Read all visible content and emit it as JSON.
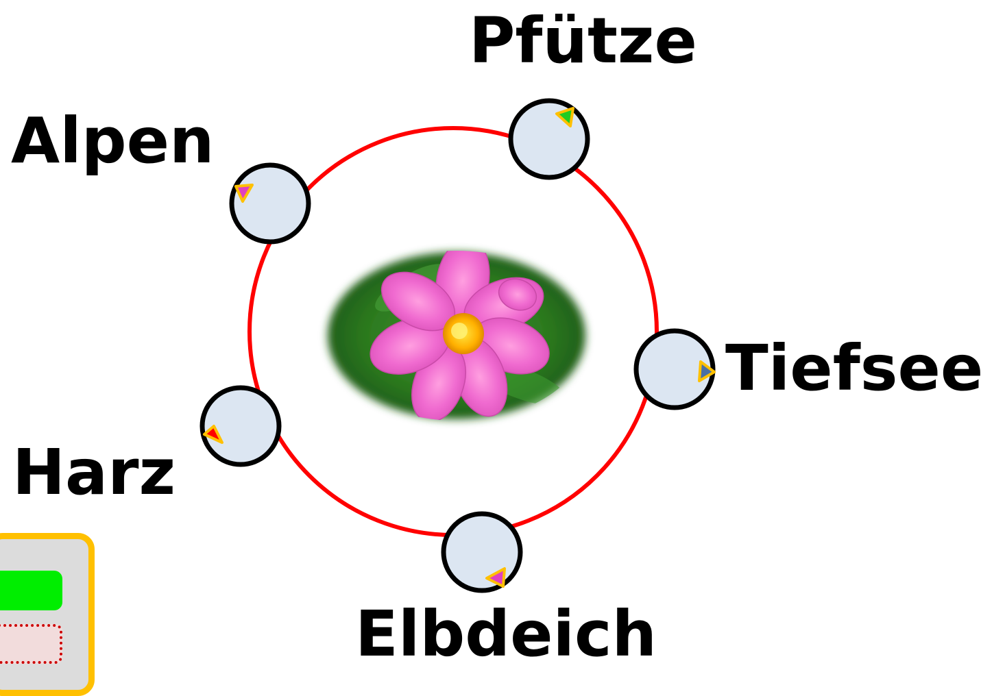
{
  "center_image": {
    "icon": "pink-flower-photo"
  },
  "orbit": {
    "color": "#ff0000"
  },
  "nodes": [
    {
      "id": "pfuetze",
      "label": "Pfütze",
      "marker_color": "#22cc22"
    },
    {
      "id": "alpen",
      "label": "Alpen",
      "marker_color": "#e040c0"
    },
    {
      "id": "tiefsee",
      "label": "Tiefsee",
      "marker_color": "#4a6fa5"
    },
    {
      "id": "harz",
      "label": "Harz",
      "marker_color": "#ff0000"
    },
    {
      "id": "elbdeich",
      "label": "Elbdeich",
      "marker_color": "#e040c0"
    }
  ],
  "style": {
    "node_fill": "#dce6f2",
    "node_stroke": "#000000",
    "marker_outline": "#ffc000"
  },
  "panel": {
    "border_color": "#ffc000",
    "button_color": "#00ee00",
    "dotted_border_color": "#cc0000",
    "dotted_fill": "#f2dcdc"
  }
}
